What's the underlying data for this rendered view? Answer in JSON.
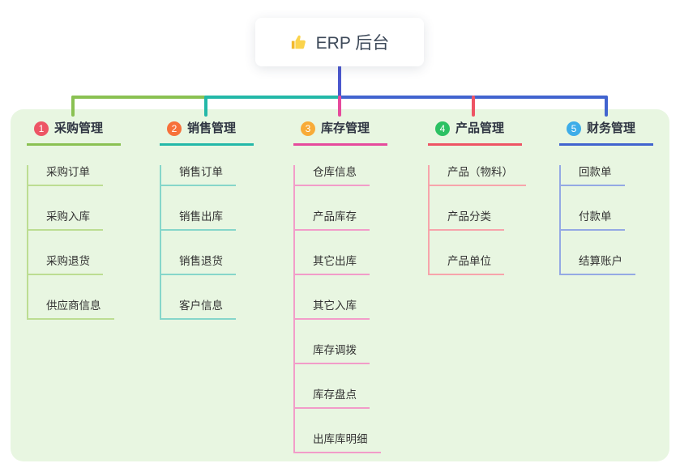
{
  "root": {
    "label": "ERP 后台",
    "icon": "thumbs-up-icon"
  },
  "colors": {
    "trunk": "#4b57ce",
    "panel_bg": "#e8f6e1",
    "root_text": "#3c4858"
  },
  "branches": [
    {
      "index": "1",
      "label": "采购管理",
      "badge_color": "#ed5565",
      "line_color": "#8ac152",
      "child_line_color": "#bcdd92",
      "children": [
        "采购订单",
        "采购入库",
        "采购退货",
        "供应商信息"
      ]
    },
    {
      "index": "2",
      "label": "销售管理",
      "badge_color": "#f7713a",
      "line_color": "#23b8a8",
      "child_line_color": "#86d6ca",
      "children": [
        "销售订单",
        "销售出库",
        "销售退货",
        "客户信息"
      ]
    },
    {
      "index": "3",
      "label": "库存管理",
      "badge_color": "#f8ab38",
      "line_color": "#e64a9c",
      "child_line_color": "#f29cc9",
      "children": [
        "仓库信息",
        "产品库存",
        "其它出库",
        "其它入库",
        "库存调拨",
        "库存盘点",
        "出库库明细"
      ]
    },
    {
      "index": "4",
      "label": "产品管理",
      "badge_color": "#2cc163",
      "line_color": "#ee5464",
      "child_line_color": "#f7a4ab",
      "children": [
        "产品（物料）",
        "产品分类",
        "产品单位"
      ]
    },
    {
      "index": "5",
      "label": "财务管理",
      "badge_color": "#3dade8",
      "line_color": "#4164cf",
      "child_line_color": "#94a9e4",
      "children": [
        "回款单",
        "付款单",
        "结算账户"
      ]
    }
  ]
}
